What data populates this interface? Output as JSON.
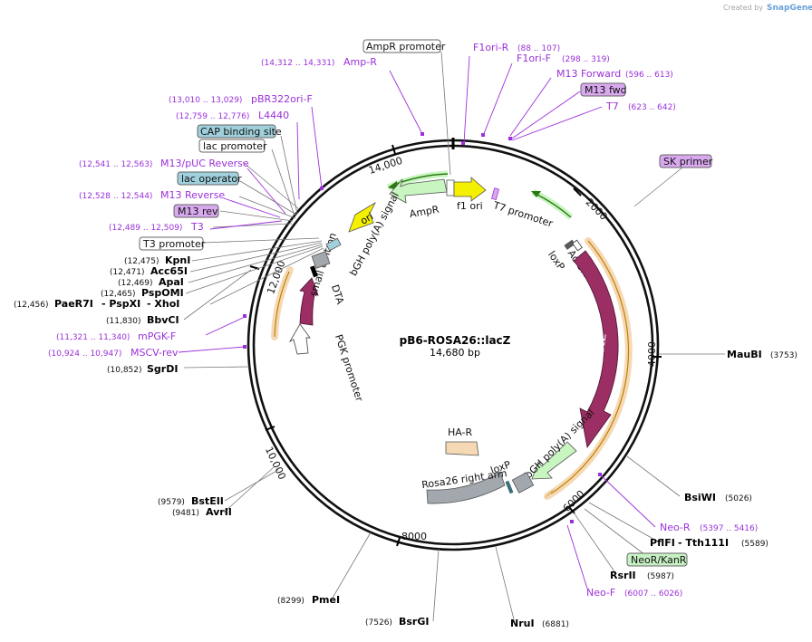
{
  "branding": {
    "created_by": "Created by",
    "product": "SnapGene"
  },
  "map": {
    "name": "pB6-ROSA26::lacZ",
    "length_label": "14,680 bp",
    "ticks": [
      "2000",
      "4000",
      "6000",
      "8000",
      "10,000",
      "12,000",
      "14,000"
    ]
  },
  "features": {
    "ori": "ori",
    "ampr": "AmpR",
    "f1ori": "f1 ori",
    "t7promoter": "T7 promoter",
    "loxp_top": "loxP",
    "adsa": "Ad SA",
    "lacz": "lacZ",
    "bgh_right": "bGH poly(A) signal",
    "loxp_bottom": "loxP",
    "rosa26": "Rosa26 right arm",
    "har": "HA-R",
    "pgk": "PGK promoter",
    "dta": "DTA",
    "small_t": "small t intron",
    "bgh_left": "bGH poly(A) signal"
  },
  "labels": {
    "ampr_promoter": "AmpR promoter",
    "f1ori_r": "F1ori-R",
    "f1ori_r_pos": "(88 .. 107)",
    "f1ori_f": "F1ori-F",
    "f1ori_f_pos": "(298 .. 319)",
    "m13_forward": "M13 Forward",
    "m13_forward_pos": "(596 .. 613)",
    "m13_fwd": "M13 fwd",
    "t7": "T7",
    "t7_pos": "(623 .. 642)",
    "sk_primer": "SK primer",
    "amp_r_pos": "(14,312 .. 14,331)",
    "amp_r": "Amp-R",
    "pbr322_pos": "(13,010 .. 13,029)",
    "pbr322": "pBR322ori-F",
    "l4440_pos": "(12,759 .. 12,776)",
    "l4440": "L4440",
    "cap": "CAP binding site",
    "lac_promoter": "lac promoter",
    "m13puc_pos": "(12,541 .. 12,563)",
    "m13puc": "M13/pUC Reverse",
    "lac_operator": "lac operator",
    "m13rev_pos": "(12,528 .. 12,544)",
    "m13rev": "M13 Reverse",
    "m13_rev_box": "M13 rev",
    "t3_pos": "(12,489 .. 12,509)",
    "t3": "T3",
    "t3_promoter": "T3 promoter",
    "kpni_pos": "(12,475)",
    "kpni": "KpnI",
    "acc65i_pos": "(12,471)",
    "acc65i": "Acc65I",
    "apai_pos": "(12,469)",
    "apai": "ApaI",
    "pspomi_pos": "(12,465)",
    "pspomi": "PspOMI",
    "paer7i_pos": "(12,456)",
    "paer7i": "PaeR7I",
    "pspxi": "- PspXI",
    "xhoi": "- XhoI",
    "bbvci_pos": "(11,830)",
    "bbvci": "BbvCI",
    "mpgkf_pos": "(11,321 .. 11,340)",
    "mpgkf": "mPGK-F",
    "msCVrev_pos": "(10,924 .. 10,947)",
    "mscvrev": "MSCV-rev",
    "sgrdi_pos": "(10,852)",
    "sgrdi": "SgrDI",
    "maubi": "MauBI",
    "maubi_pos": "(3753)",
    "bsiwi": "BsiWI",
    "bsiwi_pos": "(5026)",
    "neo_r": "Neo-R",
    "neo_r_pos": "(5397 .. 5416)",
    "pflfi": "PflFI",
    "tth111i": "- Tth111I",
    "pflfi_pos": "(5589)",
    "neor_kanr": "NeoR/KanR",
    "rsrii": "RsrII",
    "rsrii_pos": "(5987)",
    "neo_f": "Neo-F",
    "neo_f_pos": "(6007 .. 6026)",
    "nrui": "NruI",
    "nrui_pos": "(6881)",
    "bsrgi_pos": "(7526)",
    "bsrgi": "BsrGI",
    "pmei_pos": "(8299)",
    "pmei": "PmeI",
    "bsteii_pos": "(9579)",
    "bsteii": "BstEII",
    "avrii_pos": "(9481)",
    "avrii": "AvrII"
  },
  "colors": {
    "purple": "#9b30d9",
    "lacz": "#9b2f63",
    "ori": "#f5ef00",
    "ampr": "#c8f5c0",
    "grey": "#a2a8ae",
    "orange": "#f5d9b5",
    "cap_box": "#9fd0dc",
    "primer_box": "#d9a9ef",
    "neo_box": "#c7f1c4"
  }
}
